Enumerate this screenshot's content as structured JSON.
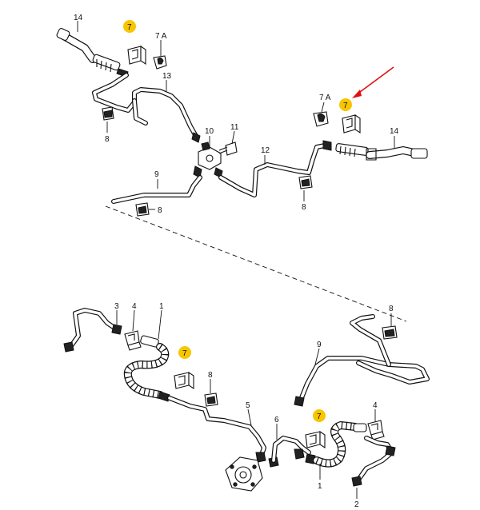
{
  "callouts": {
    "c1": "14",
    "c2": "7",
    "c3": "7 A",
    "c4": "13",
    "c5": "8",
    "c6": "10",
    "c7": "11",
    "c8": "12",
    "c9": "7 A",
    "c10": "7",
    "c11": "14",
    "c12": "8",
    "c13": "9",
    "c14": "8",
    "c15": "3",
    "c16": "4",
    "c17": "1",
    "c18": "8",
    "c19": "7",
    "c20": "8",
    "c21": "9",
    "c22": "5",
    "c23": "6",
    "c24": "7",
    "c25": "4",
    "c26": "1",
    "c27": "2"
  },
  "colors": {
    "highlight": "#f7c600",
    "arrow": "#e01010",
    "line": "#111111"
  }
}
